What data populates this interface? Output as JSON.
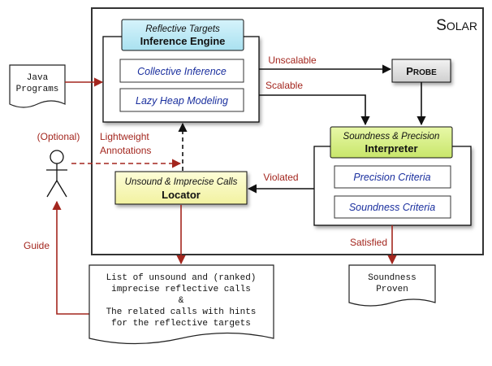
{
  "system": {
    "name_initial": "S",
    "name_rest": "OLAR"
  },
  "inputs": {
    "java_line1": "Java",
    "java_line2": "Programs"
  },
  "inference_engine": {
    "subtitle": "Reflective Targets",
    "title": "Inference Engine",
    "items": [
      "Collective Inference",
      "Lazy Heap Modeling"
    ]
  },
  "probe": {
    "initial": "P",
    "rest": "ROBE"
  },
  "interpreter": {
    "subtitle": "Soundness & Precision",
    "title": "Interpreter",
    "items": [
      "Precision Criteria",
      "Soundness Criteria"
    ]
  },
  "locator": {
    "subtitle": "Unsound & Imprecise Calls",
    "title": "Locator"
  },
  "edge_labels": {
    "unscalable": "Unscalable",
    "scalable": "Scalable",
    "violated": "Violated",
    "satisfied": "Satisfied",
    "lightweight": "Lightweight",
    "annotations": "Annotations",
    "optional": "(Optional)",
    "guide": "Guide"
  },
  "outputs": {
    "list_lines": [
      "List of unsound and (ranked)",
      "imprecise reflective calls",
      "&",
      "The related calls with hints",
      "for the reflective targets"
    ],
    "proven_line1": "Soundness",
    "proven_line2": "Proven"
  },
  "colors": {
    "dark_red": "#a3261e",
    "blue_text": "#1a2f9e",
    "engine_header": "#bfe9f5",
    "interpreter_header": "#d9f08a",
    "locator_fill": "#fafac0",
    "probe_fill": "#e2e2e2"
  }
}
